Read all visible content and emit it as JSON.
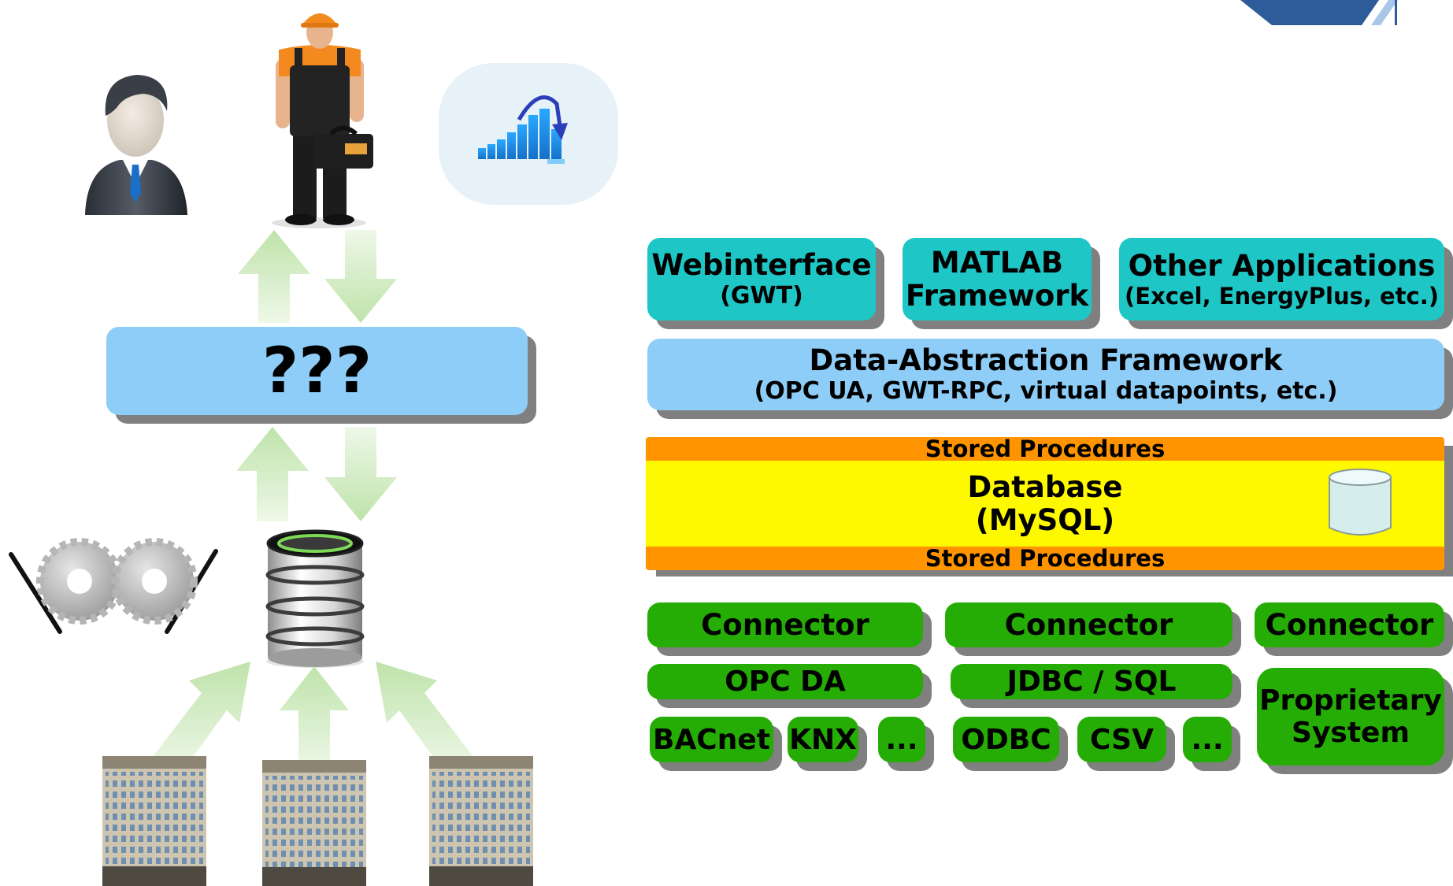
{
  "left": {
    "center_label": "???"
  },
  "stack": {
    "apps": [
      {
        "title": "Webinterface",
        "subtitle": "(GWT)"
      },
      {
        "title": "MATLAB",
        "subtitle": "Framework"
      },
      {
        "title": "Other Applications",
        "subtitle": "(Excel, EnergyPlus, etc.)"
      }
    ],
    "abstraction": {
      "title": "Data-Abstraction Framework",
      "subtitle": "(OPC UA, GWT-RPC, virtual datapoints, etc.)"
    },
    "database": {
      "stored_top": "Stored Procedures",
      "title": "Database",
      "subtitle": "(MySQL)",
      "stored_bottom": "Stored Procedures"
    },
    "connectors": [
      {
        "label": "Connector",
        "middle": "OPC DA",
        "protocols": [
          "BACnet",
          "KNX",
          "..."
        ]
      },
      {
        "label": "Connector",
        "middle": "JDBC / SQL",
        "protocols": [
          "ODBC",
          "CSV",
          "..."
        ]
      },
      {
        "label": "Connector",
        "system_line1": "Proprietary",
        "system_line2": "System"
      }
    ]
  },
  "colors": {
    "app_box": "#1fc6c6",
    "abstraction_box": "#8ecdf7",
    "stored_procedures": "#ff9300",
    "database_box": "#fff900",
    "connector_box": "#26ad05",
    "arrow": "#c9e8b8",
    "shadow": "#808080"
  },
  "icons": [
    "manager-icon",
    "worker-icon",
    "bar-chart-icon",
    "gears-icon",
    "database-cylinder-icon",
    "building-icon",
    "logo-corner"
  ]
}
